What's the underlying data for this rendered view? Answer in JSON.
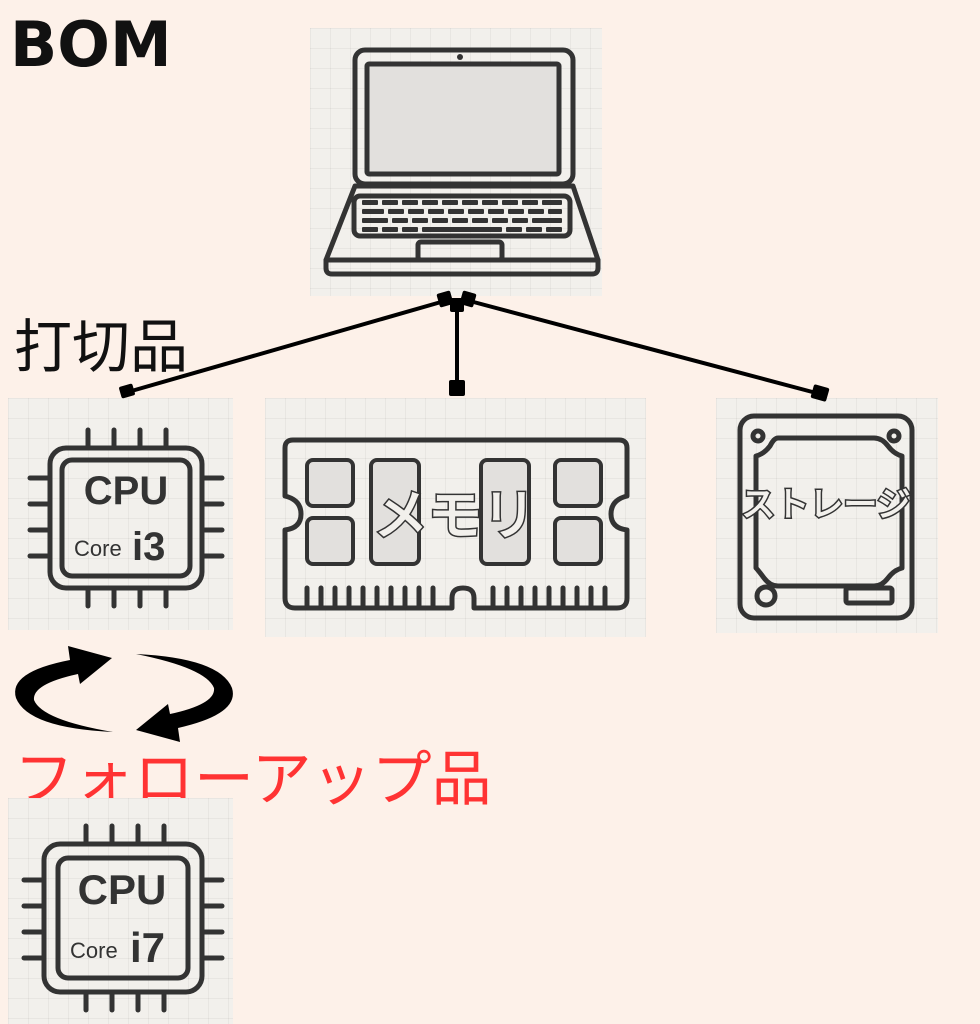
{
  "diagram": {
    "title": "BOM",
    "section_labels": {
      "end_of_life": "打切品",
      "follow_up": "フォローアップ品"
    },
    "colors": {
      "background": "#fdf1e9",
      "panel": "#f2f0ec",
      "ink": "#333333",
      "connector": "#000000",
      "follow_up_label": "#ff3333"
    },
    "nodes": {
      "root": {
        "id": "laptop",
        "icon": "laptop-icon"
      },
      "cpu_i3": {
        "icon": "cpu-chip-icon",
        "chip_title": "CPU",
        "brand": "Core",
        "model": "i3"
      },
      "memory": {
        "icon": "memory-module-icon",
        "text": "メモリ"
      },
      "storage": {
        "icon": "storage-drive-icon",
        "text": "ストレージ"
      },
      "cpu_i7": {
        "icon": "cpu-chip-icon",
        "chip_title": "CPU",
        "brand": "Core",
        "model": "i7"
      }
    },
    "edges": [
      {
        "from": "laptop",
        "to": "cpu_i3"
      },
      {
        "from": "laptop",
        "to": "memory"
      },
      {
        "from": "laptop",
        "to": "storage"
      }
    ],
    "replacement": {
      "from": "cpu_i3",
      "to": "cpu_i7",
      "icon": "cycle-arrows-icon"
    }
  }
}
